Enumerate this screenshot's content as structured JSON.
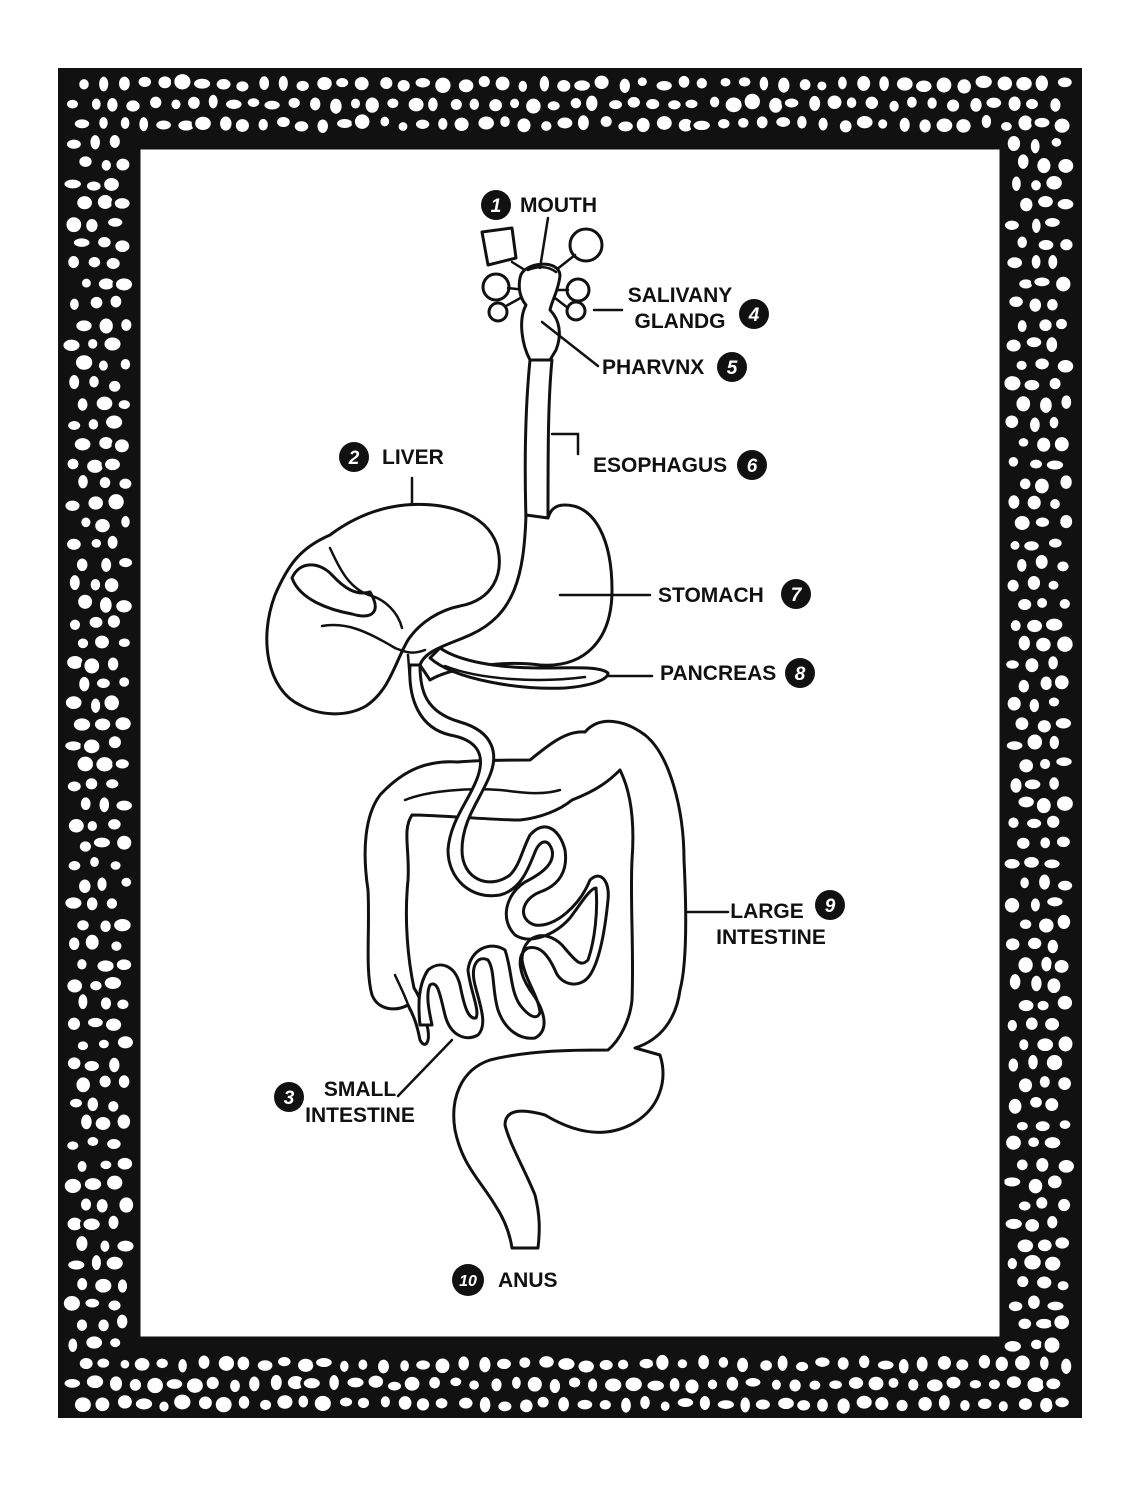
{
  "diagram": {
    "labels": [
      {
        "id": "mouth",
        "number": "1",
        "lines": [
          "MOUTH"
        ]
      },
      {
        "id": "liver",
        "number": "2",
        "lines": [
          "LIVER"
        ]
      },
      {
        "id": "small-intestine",
        "number": "3",
        "lines": [
          "SMALL",
          "INTESTINE"
        ]
      },
      {
        "id": "salivary-glands",
        "number": "4",
        "lines": [
          "SALIVANY",
          "GLANDG"
        ]
      },
      {
        "id": "pharynx",
        "number": "5",
        "lines": [
          "PHARVNX"
        ]
      },
      {
        "id": "esophagus",
        "number": "6",
        "lines": [
          "ESOPHAGUS"
        ]
      },
      {
        "id": "stomach",
        "number": "7",
        "lines": [
          "STOMACH"
        ]
      },
      {
        "id": "pancreas",
        "number": "8",
        "lines": [
          "PANCREAS"
        ]
      },
      {
        "id": "large-intestine",
        "number": "9",
        "lines": [
          "LARGE",
          "INTESTINE"
        ]
      },
      {
        "id": "anus",
        "number": "10",
        "lines": [
          "ANUS"
        ]
      }
    ]
  },
  "colors": {
    "ink": "#111111",
    "paper": "#ffffff"
  }
}
